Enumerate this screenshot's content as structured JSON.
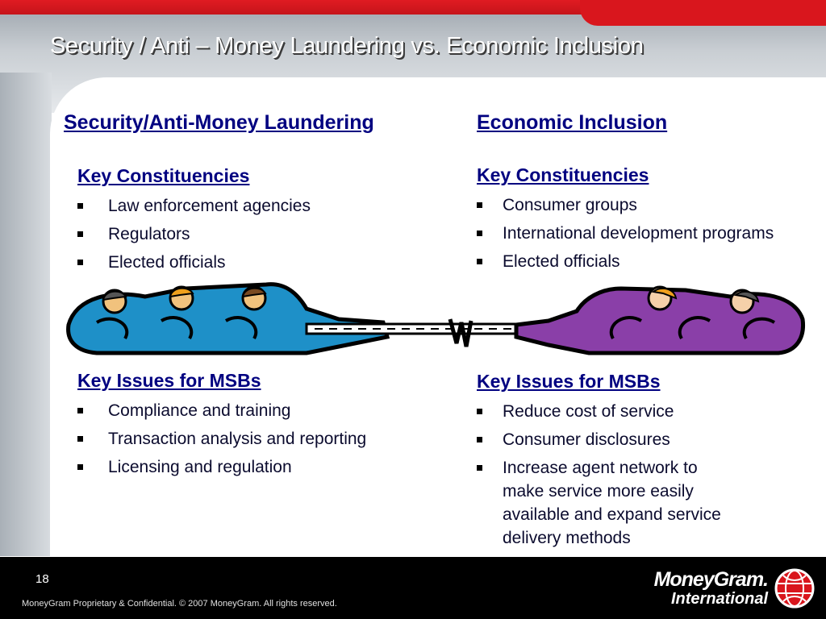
{
  "slide": {
    "title": "Security / Anti – Money Laundering vs. Economic Inclusion"
  },
  "left_column": {
    "header": "Security/Anti-Money Laundering",
    "constituencies": {
      "heading": "Key Constituencies",
      "items": [
        "Law enforcement agencies",
        "Regulators",
        "Elected officials"
      ]
    },
    "issues": {
      "heading": "Key Issues for MSBs",
      "items": [
        "Compliance and training",
        "Transaction analysis and reporting",
        "Licensing and regulation"
      ]
    }
  },
  "right_column": {
    "header": "Economic Inclusion",
    "constituencies": {
      "heading": "Key Constituencies",
      "items": [
        "Consumer groups",
        "International development programs",
        "Elected officials"
      ]
    },
    "issues": {
      "heading": "Key Issues for MSBs",
      "items": [
        "Reduce cost of service",
        "Consumer disclosures",
        "Increase agent network to make service more easily available and expand service delivery methods"
      ]
    }
  },
  "footer": {
    "page_number": "18",
    "copyright": "MoneyGram Proprietary & Confidential. © 2007 MoneyGram.  All rights reserved.",
    "logo_line1": "MoneyGram.",
    "logo_line2": "International"
  },
  "colors": {
    "accent_red": "#d9161d",
    "heading_navy": "#000080",
    "team_left": "#1e90c8",
    "team_right": "#8a3fa8"
  }
}
